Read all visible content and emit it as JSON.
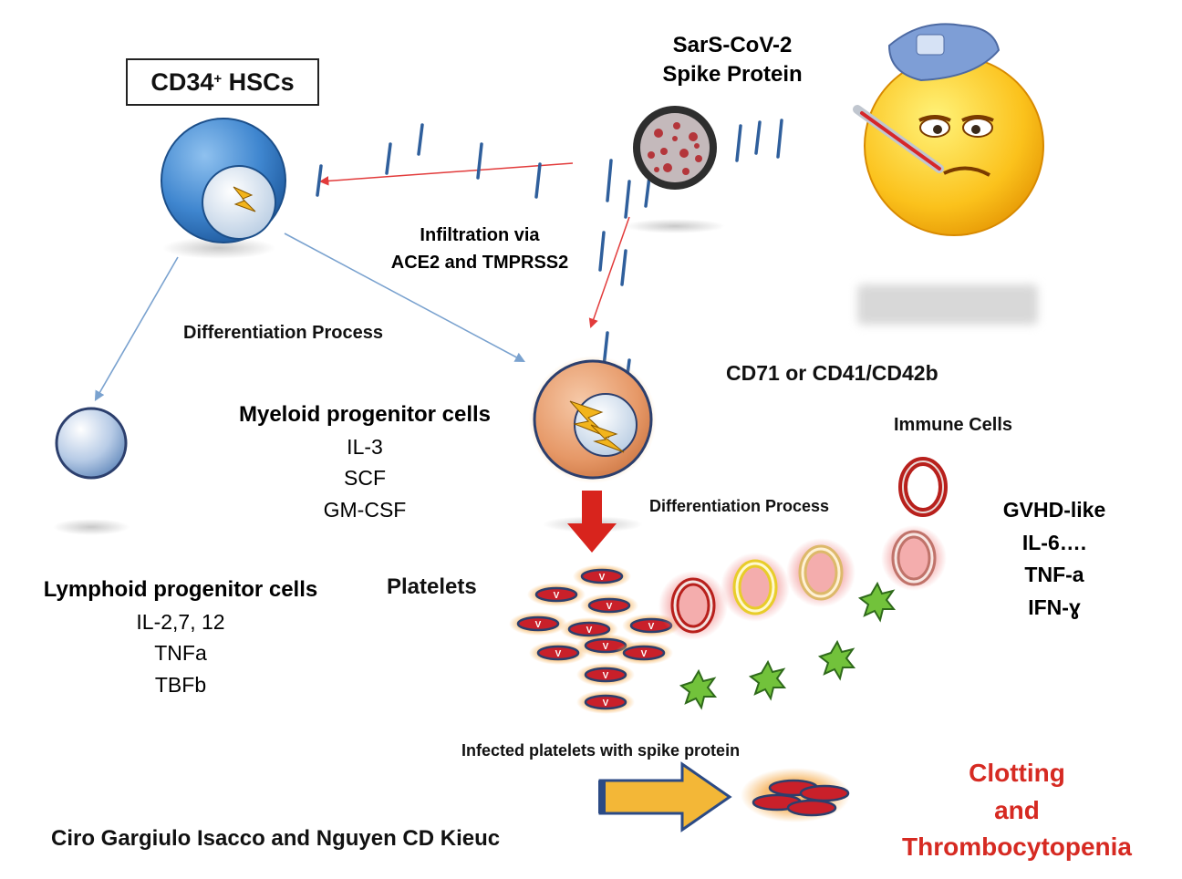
{
  "hsc_title": {
    "main": "CD34",
    "sup": "+",
    "rest": " HSCs"
  },
  "virus_title": [
    "SarS-CoV-2",
    "Spike Protein"
  ],
  "infiltration": [
    "Infiltration via",
    "ACE2 and TMPRSS2"
  ],
  "diff_process_top": "Differentiation Process",
  "diff_process_right": "Differentiation Process",
  "markers": "CD71 or CD41/CD42b",
  "myeloid": {
    "title": "Myeloid progenitor cells",
    "factors": [
      "IL-3",
      "SCF",
      "GM-CSF"
    ]
  },
  "lymphoid": {
    "title": "Lymphoid progenitor cells",
    "factors": [
      "IL-2,7, 12",
      "TNFa",
      "TBFb"
    ]
  },
  "platelets": "Platelets",
  "immune_cells": "Immune Cells",
  "gvhd": [
    "GVHD-like",
    "IL-6….",
    "TNF-a",
    "IFN-ɣ"
  ],
  "infected_platelets": "Infected platelets with spike protein",
  "outcome": [
    "Clotting",
    "and",
    "Thrombocytopenia"
  ],
  "authors": "Ciro Gargiulo Isacco and Nguyen CD Kieuc",
  "colors": {
    "outcome_red": "#d62a22",
    "cell_blue": "#3f86cf",
    "infection_arrow": "#e23b3b",
    "diff_arrow": "#7aa2cf",
    "spike": "#2f5f9c",
    "star_green": "#6fbf3a",
    "yellow_arrow": "#f3b737"
  },
  "icons": [
    "hsc-cell-icon",
    "virus-icon",
    "sick-emoji-icon",
    "myeloid-cell-icon",
    "lymphoid-cell-icon",
    "platelet-icon",
    "immune-cell-ring-icon",
    "cytokine-star-icon",
    "lightning-icon"
  ]
}
